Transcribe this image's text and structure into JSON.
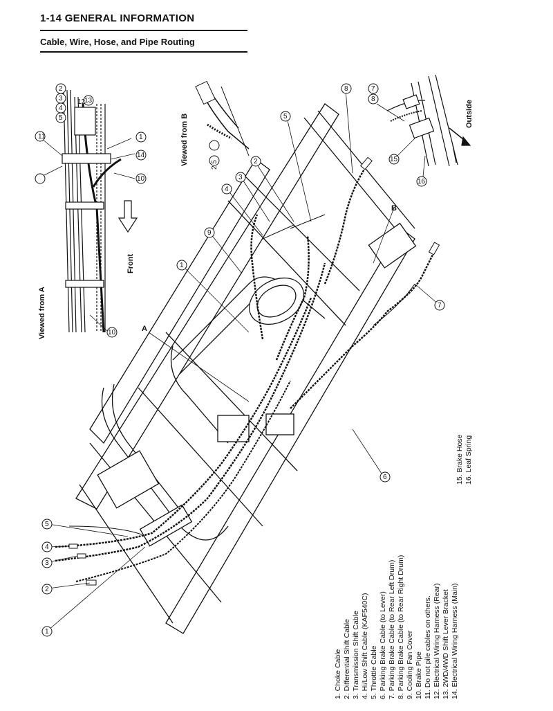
{
  "header": {
    "page_title": "1-14 GENERAL INFORMATION",
    "section_title": "Cable, Wire, Hose, and Pipe Routing"
  },
  "diagram": {
    "view_a_label": "Viewed from A",
    "view_b_label": "Viewed from B",
    "front_label": "Front",
    "outside_label": "Outside",
    "pointer_a": "A",
    "pointer_b": "B",
    "view_b_callout": "2 5",
    "callouts": {
      "view_a": [
        "11",
        "2",
        "3",
        "4",
        "5",
        "12",
        "13",
        "1",
        "14",
        "10",
        "10"
      ],
      "main": [
        "1",
        "2",
        "3",
        "4",
        "5",
        "6",
        "7",
        "8",
        "9",
        "1",
        "2",
        "3",
        "4",
        "5"
      ],
      "detail": [
        "7",
        "8",
        "15",
        "16"
      ]
    }
  },
  "legend": {
    "left_items": [
      "1.  Choke Cable",
      "2.  Differential Shift Cable",
      "3.  Transmission Shift Cable",
      "4.  Hi/Low Shift Cable (KAF540C)",
      "5.  Throttle Cable",
      "6.  Parking Brake Cable (to Lever)",
      "7.  Parking Brake Cable (to Rear Left Drum)",
      "8.  Parking Brake Cable (to Rear Right Drum)",
      "9.  Cooling Fan Cover",
      "10.  Brake Pipe",
      "11.  Do not pile cables on others.",
      "12.  Electrical Wiring Harness (Rear)",
      "13.  2WD/4WD Shift Lever Bracket",
      "14.  Electrical Wiring Harness (Main)"
    ],
    "right_items": [
      "15.  Brake Hose",
      "16.  Leaf Spring"
    ]
  }
}
